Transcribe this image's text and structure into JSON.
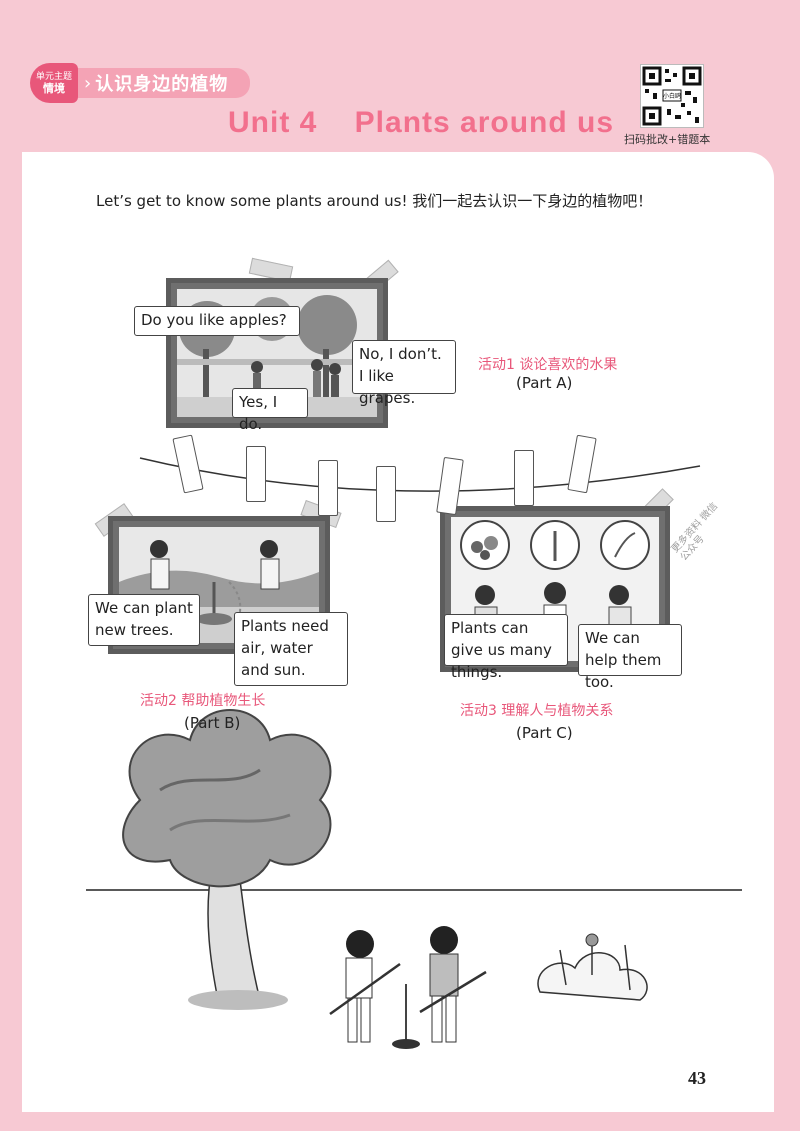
{
  "header": {
    "badge_line1": "单元主题",
    "badge_line2": "情境",
    "theme": "认识身边的植物",
    "unit_title": "Unit 4    Plants around us",
    "qr_inner": "小白鸥",
    "qr_label": "扫码批改+错题本"
  },
  "intro": "Let’s get to know some plants around us! 我们一起去认识一下身边的植物吧！",
  "activities": [
    {
      "label": "活动1  谈论喜欢的水果",
      "part": "(Part A)",
      "bubbles": [
        "Do you like apples?",
        "No, I don’t. I like grapes.",
        "Yes, I do."
      ]
    },
    {
      "label": "活动2  帮助植物生长",
      "part": "(Part B)",
      "bubbles": [
        "We can plant new trees.",
        "Plants need air, water and sun."
      ]
    },
    {
      "label": "活动3  理解人与植物关系",
      "part": "(Part C)",
      "bubbles": [
        "Plants can give us many things.",
        "We can help them too."
      ]
    }
  ],
  "watermark": "更多资料 微信公众号",
  "page_number": "43",
  "colors": {
    "accent": "#e8577a",
    "title": "#f2708d",
    "background": "#f7c9d3"
  }
}
